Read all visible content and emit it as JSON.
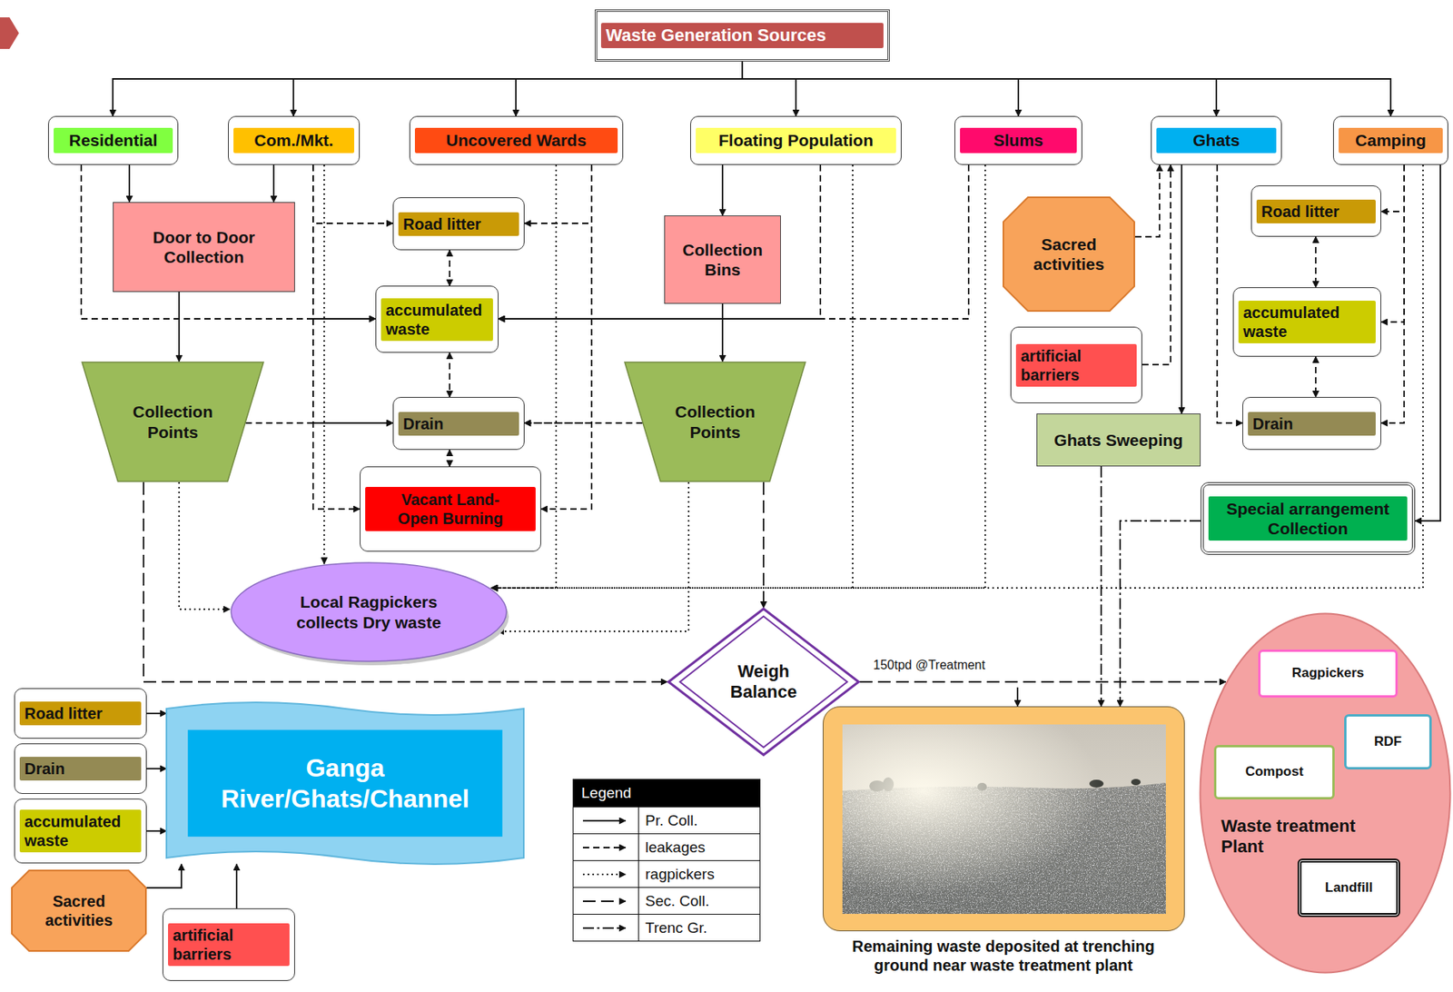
{
  "diagram": {
    "nodes": [
      {
        "text": [
          "Waste Generation Sources"
        ]
      },
      {
        "text": [
          "Residential"
        ]
      },
      {
        "text": [
          "Com./Mkt."
        ]
      },
      {
        "text": [
          "Uncovered Wards"
        ]
      },
      {
        "text": [
          "Floating Population"
        ]
      },
      {
        "text": [
          "Slums"
        ]
      },
      {
        "text": [
          "Ghats"
        ]
      },
      {
        "text": [
          "Camping"
        ]
      },
      {
        "text": [
          "Door to Door Collection"
        ]
      },
      {
        "text": [
          "Road litter"
        ]
      },
      {
        "text": [
          "Collection Bins"
        ]
      },
      {
        "text": [
          "Sacred activities"
        ]
      },
      {
        "text": [
          "Road litter"
        ]
      },
      {
        "text": [
          "accumulated waste"
        ]
      },
      {
        "text": [
          "artificial barriers"
        ]
      },
      {
        "text": [
          "accumulated waste"
        ]
      },
      {
        "text": [
          "Collection Points"
        ]
      },
      {
        "text": [
          "Drain"
        ]
      },
      {
        "text": [
          "Collection Points"
        ]
      },
      {
        "text": [
          "Ghats Sweeping"
        ]
      },
      {
        "text": [
          "Drain"
        ]
      },
      {
        "text": [
          "Vacant Land- Open Burning"
        ]
      },
      {
        "text": [
          "Special arrangement Collection"
        ]
      },
      {
        "text": [
          "Local Ragpickers collects Dry waste"
        ]
      },
      {
        "text": [
          "Weigh Balance"
        ]
      },
      {
        "text": [
          "Waste treatment Plant"
        ]
      },
      {
        "text": [
          "Ragpickers"
        ],
        "in": 25
      },
      {
        "text": [
          "RDF"
        ],
        "in": 25
      },
      {
        "text": [
          "Compost"
        ],
        "in": 25
      },
      {
        "text": [
          "Landfill"
        ],
        "in": 25
      },
      {
        "text": [
          "Road litter"
        ]
      },
      {
        "text": [
          "Drain"
        ]
      },
      {
        "text": [
          "accumulated waste"
        ]
      },
      {
        "text": [
          "Sacred activities"
        ]
      },
      {
        "text": [
          "artificial barriers"
        ]
      },
      {
        "text": [
          "Ganga River/Ghats/Channel"
        ]
      },
      {
        "text": [
          "Remaining waste deposited at trenching ground near waste treatment plant"
        ]
      }
    ],
    "edges": [
      {
        "from": 0,
        "to": 1,
        "arrow": "to"
      },
      {
        "from": 0,
        "to": 2,
        "arrow": "to"
      },
      {
        "from": 0,
        "to": 3,
        "arrow": "to"
      },
      {
        "from": 0,
        "to": 4,
        "arrow": "to"
      },
      {
        "from": 0,
        "to": 5,
        "arrow": "to"
      },
      {
        "from": 0,
        "to": 6,
        "arrow": "to"
      },
      {
        "from": 0,
        "to": 7,
        "arrow": "to"
      },
      {
        "from": 1,
        "to": 8,
        "arrow": "to"
      },
      {
        "from": 2,
        "to": 8,
        "arrow": "to"
      },
      {
        "from": 8,
        "to": 16,
        "arrow": "to"
      },
      {
        "from": 1,
        "to": 13,
        "arrow": "to"
      },
      {
        "from": 2,
        "to": 9,
        "arrow": "to"
      },
      {
        "from": 2,
        "to": 13,
        "arrow": "to"
      },
      {
        "from": 2,
        "to": 17,
        "arrow": "to"
      },
      {
        "from": 2,
        "to": 21,
        "arrow": "to"
      },
      {
        "from": 2,
        "to": 23,
        "arrow": "to"
      },
      {
        "from": 3,
        "to": 9,
        "arrow": "to"
      },
      {
        "from": 3,
        "to": 13,
        "arrow": "to"
      },
      {
        "from": 3,
        "to": 17,
        "arrow": "to"
      },
      {
        "from": 3,
        "to": 21,
        "arrow": "to"
      },
      {
        "from": 3,
        "to": 23,
        "arrow": "to"
      },
      {
        "from": 9,
        "to": 13,
        "arrow": "both"
      },
      {
        "from": 13,
        "to": 17,
        "arrow": "both"
      },
      {
        "from": 17,
        "to": 21,
        "arrow": "both"
      },
      {
        "from": 16,
        "to": 17,
        "arrow": "to"
      },
      {
        "from": 16,
        "to": 23,
        "arrow": "to"
      },
      {
        "from": 16,
        "to": 24,
        "arrow": "to"
      },
      {
        "from": 4,
        "to": 10,
        "arrow": "to"
      },
      {
        "from": 10,
        "to": 18,
        "arrow": "to"
      },
      {
        "from": 4,
        "to": 13,
        "arrow": "to"
      },
      {
        "from": 4,
        "to": 23,
        "arrow": "to"
      },
      {
        "from": 18,
        "to": 17,
        "arrow": "to"
      },
      {
        "from": 18,
        "to": 23,
        "arrow": "to"
      },
      {
        "from": 18,
        "to": 24,
        "arrow": "to"
      },
      {
        "from": 5,
        "to": 13,
        "arrow": "to"
      },
      {
        "from": 5,
        "to": 23,
        "arrow": "to"
      },
      {
        "from": 11,
        "to": 6,
        "arrow": "to"
      },
      {
        "from": 14,
        "to": 6,
        "arrow": "to"
      },
      {
        "from": 6,
        "to": 19,
        "arrow": "to"
      },
      {
        "from": 6,
        "to": 20,
        "arrow": "to"
      },
      {
        "from": 7,
        "to": 12,
        "arrow": "to"
      },
      {
        "from": 7,
        "to": 15,
        "arrow": "to"
      },
      {
        "from": 7,
        "to": 20,
        "arrow": "to"
      },
      {
        "from": 12,
        "to": 15,
        "arrow": "both"
      },
      {
        "from": 15,
        "to": 20,
        "arrow": "both"
      },
      {
        "from": 7,
        "to": 22,
        "arrow": "to"
      },
      {
        "from": 7,
        "to": 23,
        "arrow": "to"
      },
      {
        "from": 19,
        "to": 36,
        "arrow": "to"
      },
      {
        "from": 22,
        "to": 36,
        "arrow": "to"
      },
      {
        "from": 24,
        "to": 25,
        "label": "150tpd @Treatment",
        "arrow": "to"
      },
      {
        "from": 24,
        "to": 36,
        "arrow": "to"
      },
      {
        "from": 30,
        "to": 35,
        "arrow": "to"
      },
      {
        "from": 31,
        "to": 35,
        "arrow": "to"
      },
      {
        "from": 32,
        "to": 35,
        "arrow": "to"
      },
      {
        "from": 33,
        "to": 35,
        "arrow": "to"
      },
      {
        "from": 34,
        "to": 35,
        "arrow": "to"
      }
    ],
    "labels": [
      "Legend"
    ],
    "legend": [
      {
        "text": "Pr. Coll."
      },
      {
        "text": "leakages"
      },
      {
        "text": "ragpickers"
      },
      {
        "text": "Sec. Coll."
      },
      {
        "text": "Trenc Gr."
      }
    ]
  }
}
